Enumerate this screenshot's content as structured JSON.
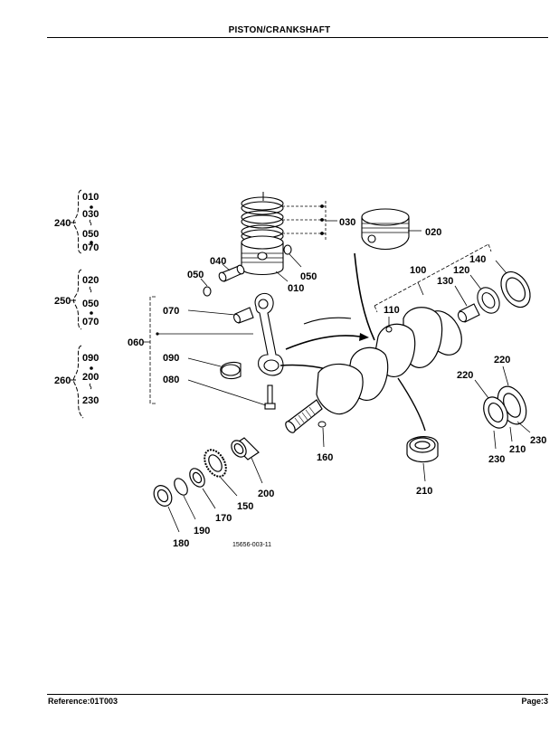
{
  "header": {
    "title": "PISTON/CRANKSHAFT"
  },
  "footer": {
    "reference": "Reference:01T003",
    "page": "Page:3"
  },
  "figure": {
    "drawing_code": "15656-003-11",
    "groups": [
      {
        "label": "240",
        "items": [
          "010",
          "030",
          "050",
          "070"
        ]
      },
      {
        "label": "250",
        "items": [
          "020",
          "050",
          "070"
        ]
      },
      {
        "label": "260",
        "items": [
          "090",
          "200",
          "230"
        ]
      }
    ],
    "callouts": {
      "c010": "010",
      "c020": "020",
      "c030": "030",
      "c040": "040",
      "c050a": "050",
      "c050b": "050",
      "c060": "060",
      "c070": "070",
      "c080": "080",
      "c090": "090",
      "c100": "100",
      "c110": "110",
      "c120": "120",
      "c130": "130",
      "c140": "140",
      "c150": "150",
      "c160": "160",
      "c170": "170",
      "c180": "180",
      "c190": "190",
      "c200": "200",
      "c210a": "210",
      "c210b": "210",
      "c220a": "220",
      "c220b": "220",
      "c230a": "230",
      "c230b": "230"
    }
  }
}
